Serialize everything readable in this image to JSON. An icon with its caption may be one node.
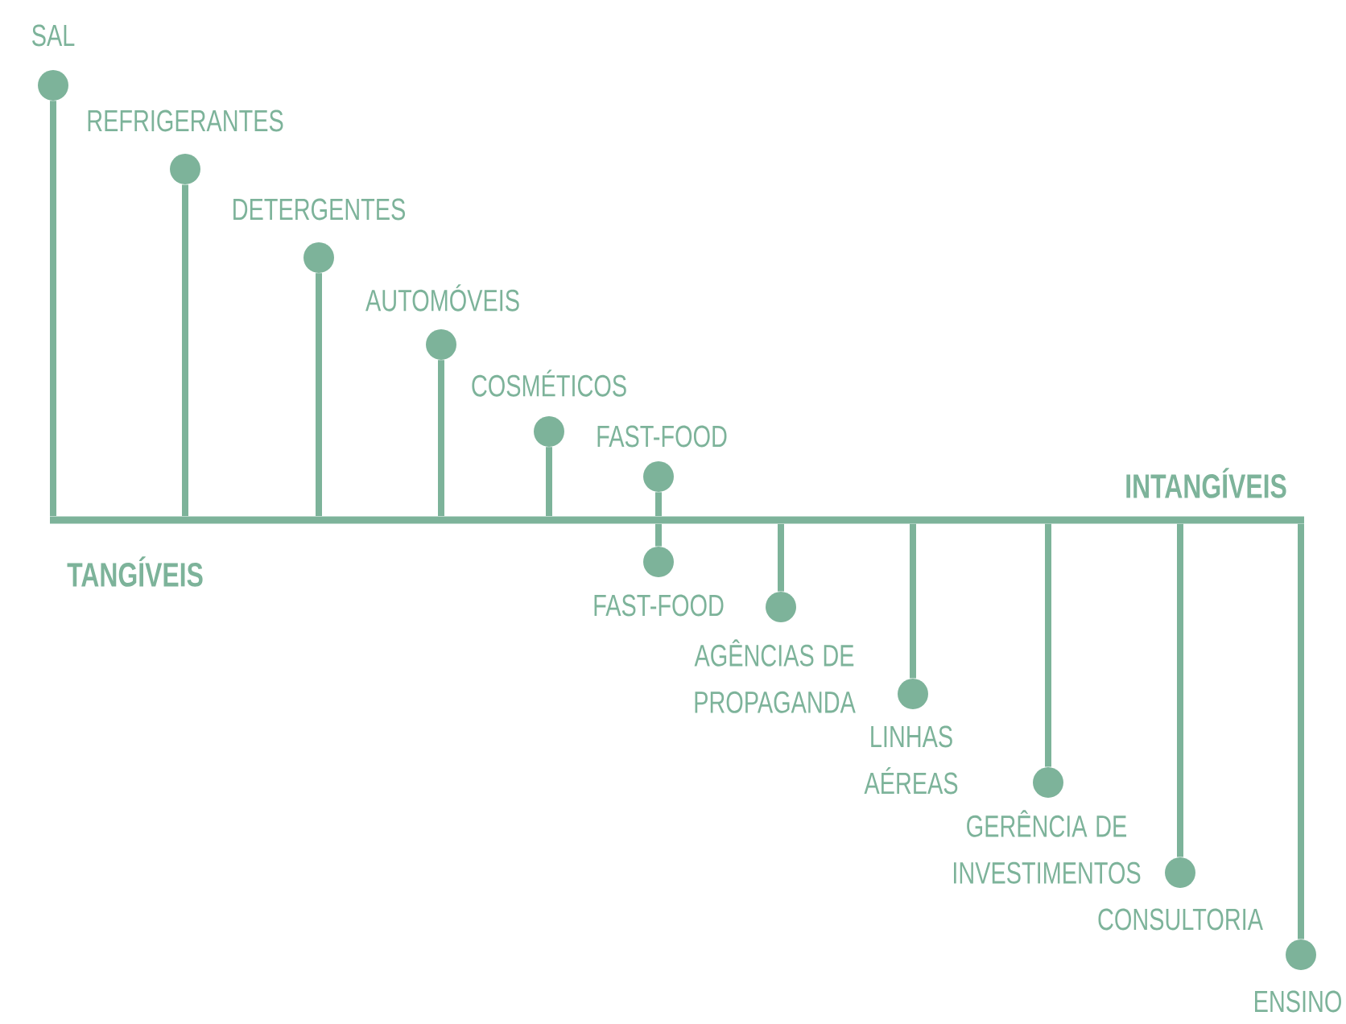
{
  "diagram": {
    "nodes": [
      {
        "text": [],
        "shape": "circle",
        "beside": [
          "SAL"
        ]
      },
      {
        "text": [],
        "shape": "circle",
        "beside": [
          "REFRIGERANTES"
        ]
      },
      {
        "text": [],
        "shape": "circle",
        "beside": [
          "DETERGENTES"
        ]
      },
      {
        "text": [],
        "shape": "circle",
        "beside": [
          "AUTOMÓVEIS"
        ]
      },
      {
        "text": [],
        "shape": "circle",
        "beside": [
          "COSMÉTICOS"
        ]
      },
      {
        "text": [],
        "shape": "circle",
        "beside": [
          "FAST-FOOD"
        ]
      },
      {
        "text": [],
        "shape": "circle",
        "beside": [
          "FAST-FOOD"
        ]
      },
      {
        "text": [],
        "shape": "circle",
        "beside": [
          "AGÊNCIAS DE PROPAGANDA"
        ]
      },
      {
        "text": [],
        "shape": "circle",
        "beside": [
          "LINHAS AÉREAS"
        ]
      },
      {
        "text": [],
        "shape": "circle",
        "beside": [
          "GERÊNCIA DE INVESTIMENTOS"
        ]
      },
      {
        "text": [],
        "shape": "circle",
        "beside": [
          "CONSULTORIA"
        ]
      },
      {
        "text": [],
        "shape": "circle",
        "beside": [
          "ENSINO"
        ]
      },
      {
        "text": [],
        "shape": "bar"
      }
    ],
    "edges": [
      {
        "from": 0,
        "to": 12,
        "arrow": "none"
      },
      {
        "from": 1,
        "to": 12,
        "arrow": "none"
      },
      {
        "from": 2,
        "to": 12,
        "arrow": "none"
      },
      {
        "from": 3,
        "to": 12,
        "arrow": "none"
      },
      {
        "from": 4,
        "to": 12,
        "arrow": "none"
      },
      {
        "from": 5,
        "to": 12,
        "arrow": "none"
      },
      {
        "from": 6,
        "to": 12,
        "arrow": "none"
      },
      {
        "from": 7,
        "to": 12,
        "arrow": "none"
      },
      {
        "from": 8,
        "to": 12,
        "arrow": "none"
      },
      {
        "from": 9,
        "to": 12,
        "arrow": "none"
      },
      {
        "from": 10,
        "to": 12,
        "arrow": "none"
      },
      {
        "from": 11,
        "to": 12,
        "arrow": "none"
      }
    ],
    "labels": [
      "INTANGÍVEIS",
      "TANGÍVEIS"
    ]
  }
}
